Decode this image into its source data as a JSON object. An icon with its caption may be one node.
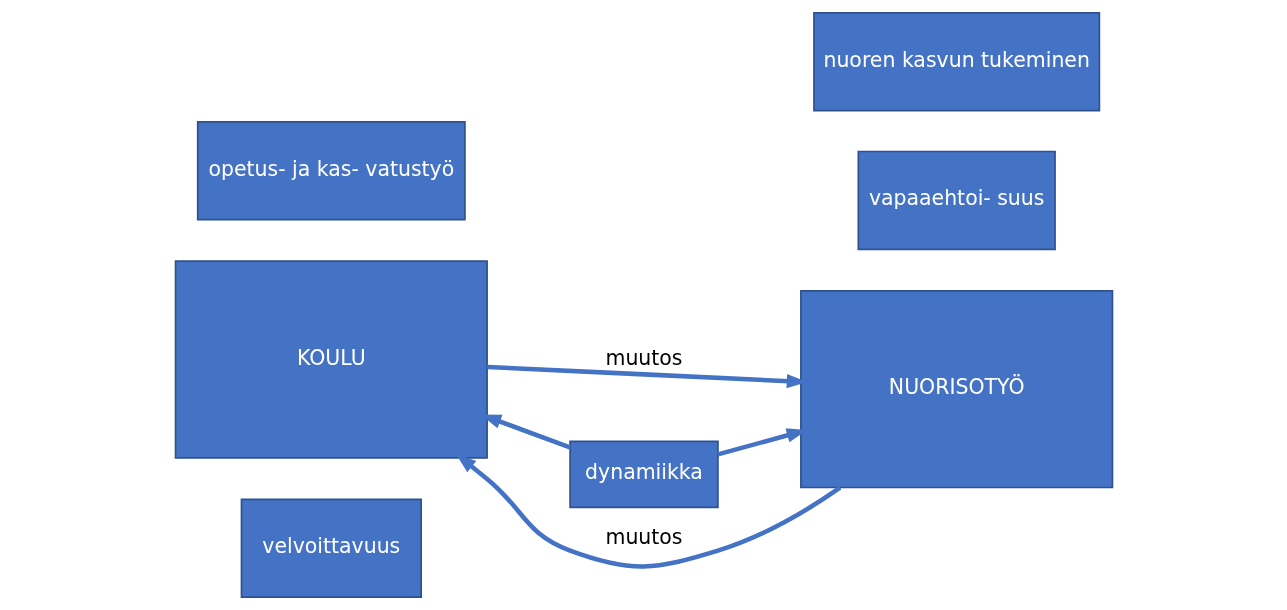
{
  "diagram": {
    "nodes": [
      {
        "text": [
          "opetus- ja kas- vatustyö"
        ]
      },
      {
        "text": [
          "nuoren kasvun tukeminen"
        ]
      },
      {
        "text": [
          "KOULU"
        ]
      },
      {
        "text": [
          "dynamiikka"
        ]
      },
      {
        "text": [
          "NUORISOTYÖ"
        ]
      },
      {
        "text": [
          "velvoittavuus"
        ]
      },
      {
        "text": [
          "vapaaehtoi- suus"
        ]
      }
    ],
    "edges": [
      {
        "from": 4,
        "to": 2,
        "arrow": "to",
        "label": "muutos"
      },
      {
        "from": 3,
        "to": 2,
        "arrow": "to"
      },
      {
        "from": 3,
        "to": 4,
        "arrow": "to"
      },
      {
        "from": 2,
        "to": 4,
        "arrow": "to",
        "label": "muutos"
      }
    ]
  }
}
